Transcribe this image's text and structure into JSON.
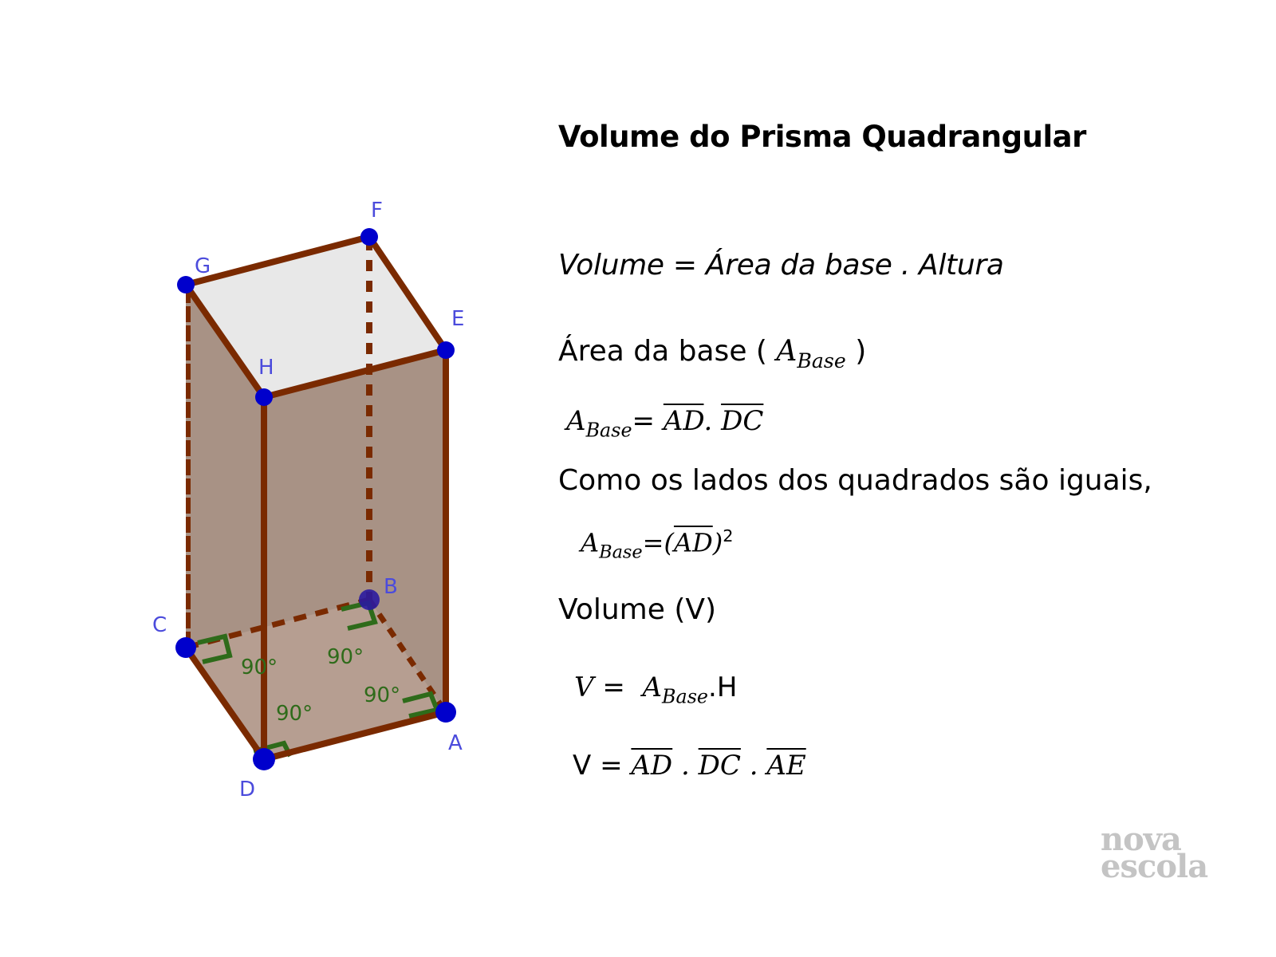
{
  "title": "Volume do Prisma Quadrangular",
  "formula_main": "Volume = Área da base . Altura",
  "area_section": {
    "heading_text": "Área da base (",
    "heading_symbol": "A",
    "heading_sub": "Base",
    "heading_close": ")",
    "formula": {
      "lhs": "A",
      "lhs_sub": "Base",
      "eq": "=",
      "seg1": "AD",
      "dot": ".",
      "seg2": "DC"
    }
  },
  "note": "Como os lados dos quadrados são iguais,",
  "area_squared": {
    "lhs": "A",
    "lhs_sub": "Base",
    "eq": "=(",
    "seg": "AD",
    "close": ")",
    "exp": "2"
  },
  "volume_section": {
    "heading": "Volume (V)",
    "formula1": {
      "lhs": "V",
      "eq": " = ",
      "term": "A",
      "term_sub": "Base",
      "tail": ".H"
    },
    "formula2": {
      "lhs": "V = ",
      "seg1": "AD",
      "dot1": " . ",
      "seg2": "DC",
      "dot2": " . ",
      "seg3": "AE"
    }
  },
  "figure": {
    "points": {
      "A": "A",
      "B": "B",
      "C": "C",
      "D": "D",
      "E": "E",
      "F": "F",
      "G": "G",
      "H": "H"
    },
    "angles": [
      "90°",
      "90°",
      "90°",
      "90°"
    ],
    "colors": {
      "edge": "#7a2a00",
      "side_face": "#a89285",
      "top_face": "#e8e8e8",
      "base_face": "#b89e90",
      "point": "#0000cc",
      "point_label": "#4b4bdc",
      "angle": "#2e6b1a"
    }
  },
  "logo": {
    "line1": "nova",
    "line2": "escola"
  }
}
